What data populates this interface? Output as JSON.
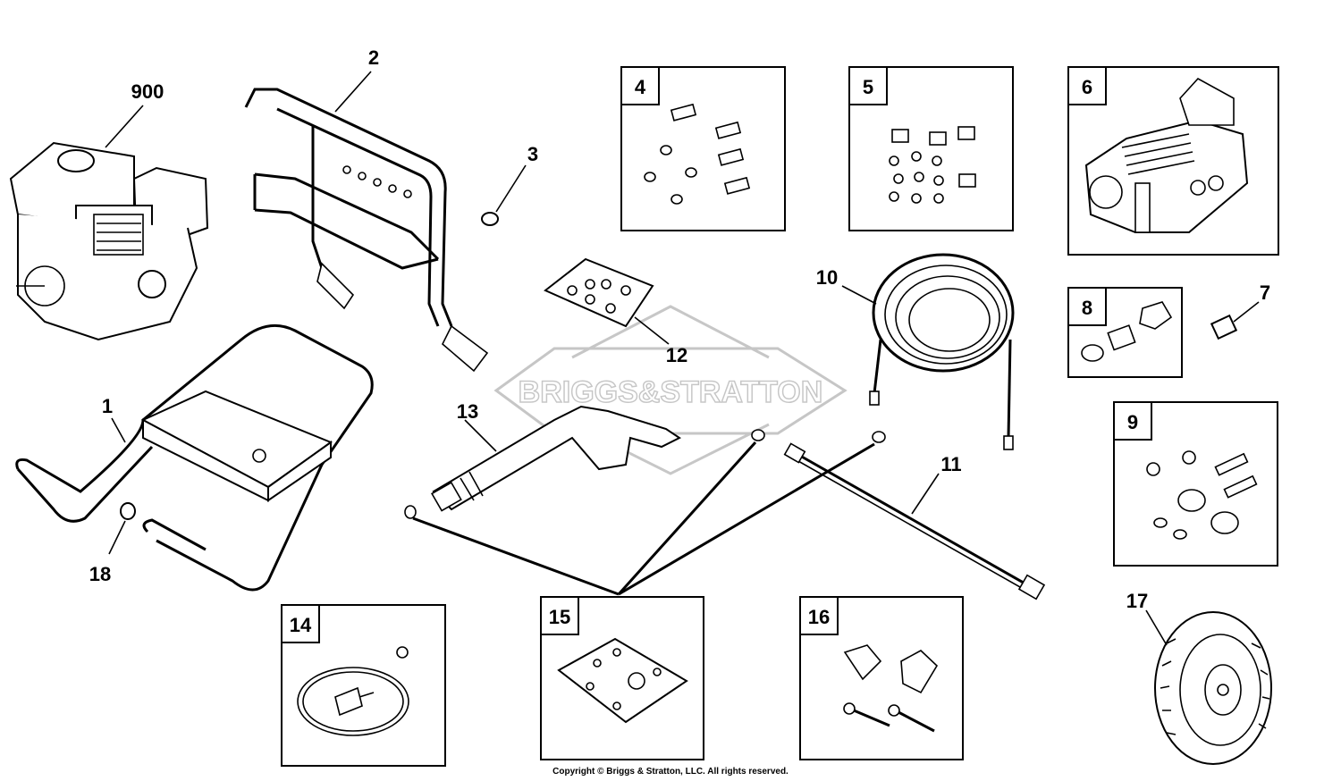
{
  "watermark": "BRIGGS&STRATTON",
  "copyright": "Copyright © Briggs & Stratton, LLC. All rights reserved.",
  "callouts": {
    "c900": "900",
    "c1": "1",
    "c2": "2",
    "c3": "3",
    "c7": "7",
    "c10": "10",
    "c11": "11",
    "c12": "12",
    "c13": "13",
    "c17": "17",
    "c18": "18"
  },
  "boxes": {
    "b4": "4",
    "b5": "5",
    "b6": "6",
    "b8": "8",
    "b9": "9",
    "b14": "14",
    "b15": "15",
    "b16": "16"
  }
}
